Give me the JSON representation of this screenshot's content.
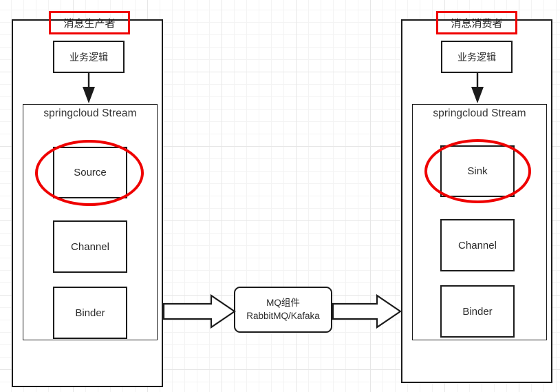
{
  "diagram": {
    "title_note": "Spring Cloud Stream message producer / consumer architecture",
    "producer": {
      "container_title": "消息生产者",
      "business_logic": "业务逻辑",
      "stream_label": "springcloud Stream",
      "components": [
        {
          "label": "Source",
          "highlighted": "true"
        },
        {
          "label": "Channel",
          "highlighted": "false"
        },
        {
          "label": "Binder",
          "highlighted": "false"
        }
      ]
    },
    "consumer": {
      "container_title": "消息消费者",
      "business_logic": "业务逻辑",
      "stream_label": "springcloud Stream",
      "components": [
        {
          "label": "Sink",
          "highlighted": "true"
        },
        {
          "label": "Channel",
          "highlighted": "false"
        },
        {
          "label": "Binder",
          "highlighted": "false"
        }
      ]
    },
    "middleware": {
      "line1": "MQ组件",
      "line2": "RabbitMQ/Kafaka"
    },
    "icons": {
      "down_arrow": "down-arrow-icon",
      "block_arrow_left": "block-arrow-right-icon",
      "block_arrow_right": "block-arrow-right-icon",
      "red_rect_producer": "red-highlight-rectangle",
      "red_rect_consumer": "red-highlight-rectangle",
      "red_ellipse_source": "red-highlight-ellipse",
      "red_ellipse_sink": "red-highlight-ellipse"
    },
    "colors": {
      "stroke": "#1b1b1b",
      "highlight": "#ef0000",
      "grid_minor": "#f3f3f3",
      "grid_major": "#e6e6e6",
      "background": "#ffffff"
    }
  }
}
